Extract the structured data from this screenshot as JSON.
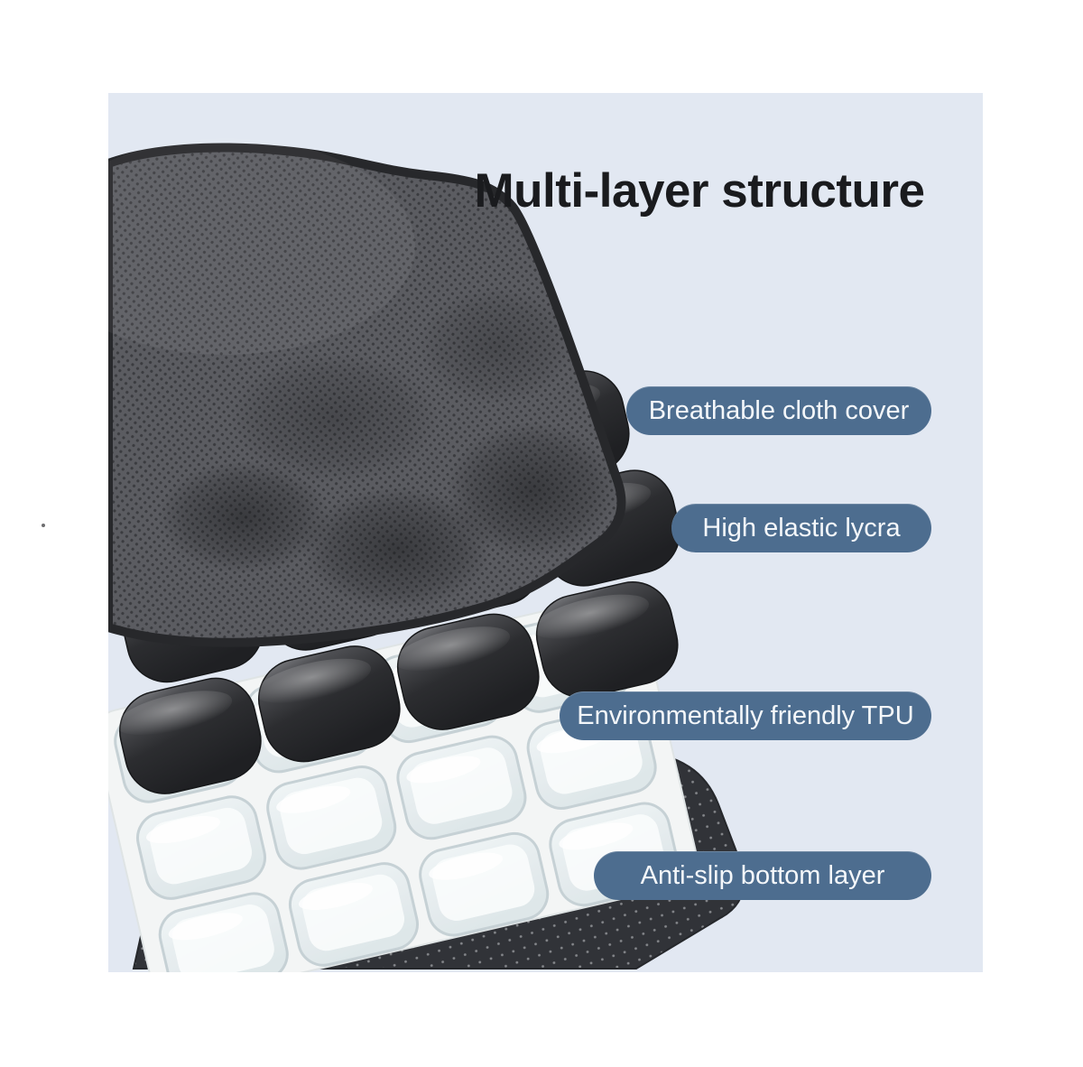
{
  "title": {
    "text": "Multi-layer structure"
  },
  "callouts": {
    "items": [
      {
        "id": "breathable-cloth-cover",
        "label": "Breathable cloth cover"
      },
      {
        "id": "high-elastic-lycra",
        "label": "High elastic lycra"
      },
      {
        "id": "environmentally-friendly-tpu",
        "label": "Environmentally friendly TPU"
      },
      {
        "id": "anti-slip-bottom-layer",
        "label": "Anti-slip bottom layer"
      }
    ]
  },
  "colors": {
    "page_bg": "#ffffff",
    "panel_bg": "#e2e8f2",
    "title_color": "#1a1b1e",
    "pill_bg": "#4d6d8f",
    "pill_text": "#f4f7fa",
    "mesh_cover": "#5b5c61",
    "air_cells": "#2c2d30",
    "tpu_cells": "#eef3f4",
    "anti_slip_mat": "#313338"
  }
}
